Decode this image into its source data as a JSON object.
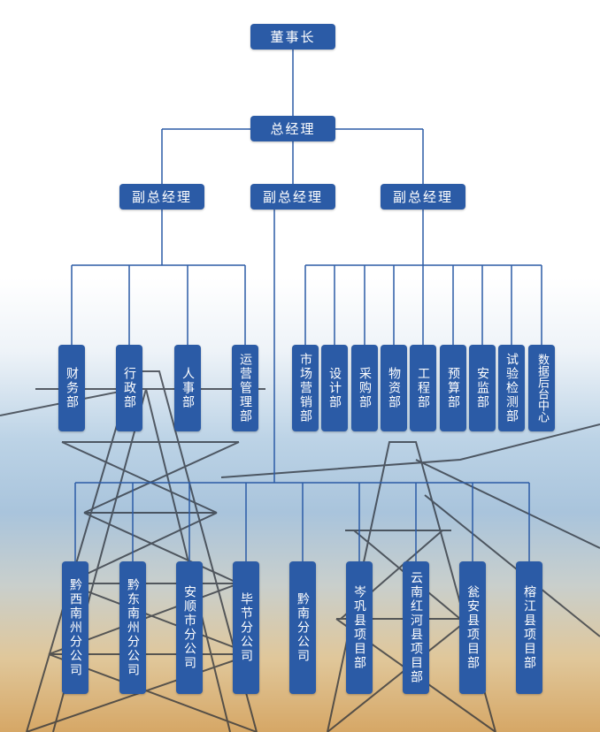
{
  "chairman": "董事长",
  "general_manager": "总经理",
  "vice_managers": [
    "副总经理",
    "副总经理",
    "副总经理"
  ],
  "left_departments": [
    "财务部",
    "行政部",
    "人事部",
    "运营管理部"
  ],
  "right_departments": [
    "市场营销部",
    "设计部",
    "采购部",
    "物资部",
    "工程部",
    "预算部",
    "安监部",
    "试验检测部",
    "数据后台中心"
  ],
  "branches": [
    "黔西南州分公司",
    "黔东南州分公司",
    "安顺市分公司",
    "毕节分公司",
    "黔南分公司",
    "岑巩县项目部",
    "云南红河县项目部",
    "瓮安县项目部",
    "榕江县项目部"
  ],
  "colors": {
    "box": "#2b5ba6",
    "line": "#2b5ba6"
  }
}
